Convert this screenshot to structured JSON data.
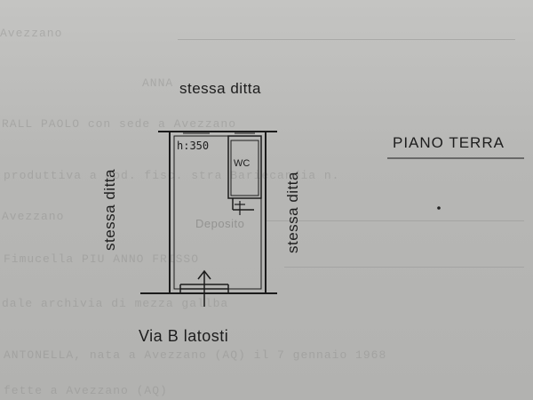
{
  "plan": {
    "top_label": "stessa ditta",
    "left_label": "stessa ditta",
    "right_label": "stessa ditta",
    "street_label": "Via B latosti",
    "floor_label": "PIANO TERRA",
    "height_label": "h:350",
    "wc_label": "WC",
    "room_label": "Deposito"
  },
  "background_text": [
    "Avezzano",
    "ANNA",
    "RALL  PAOLO  con sede  a Avezzano",
    "produttiva  a  cod.  fisc.   stra Bariecandia n.",
    "Avezzano",
    "Fimucella  PIU  ANNO  FRISSO",
    "dale  archivia  di  mezza  gallba",
    "ANTONELLA,  nata a Avezzano (AQ) il 7 gennaio 1968",
    "fette a Avezzano (AQ)"
  ]
}
